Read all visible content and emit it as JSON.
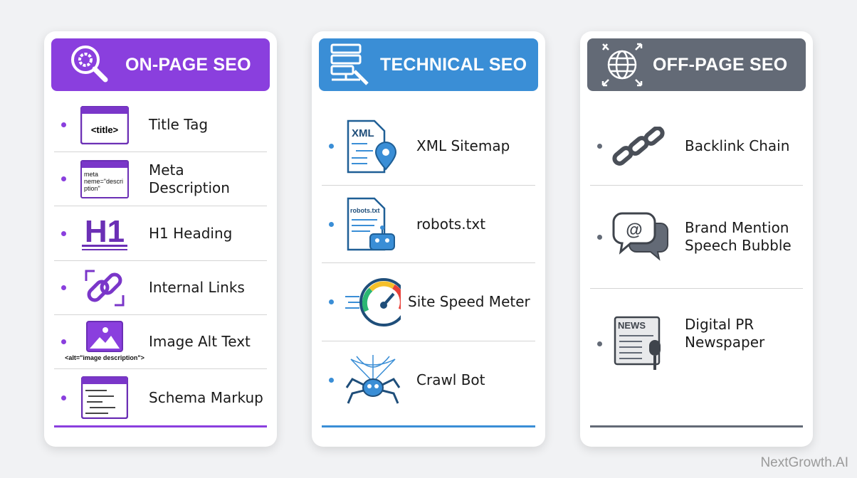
{
  "colors": {
    "on_page": "#8a3fde",
    "technical": "#3a8ed6",
    "off_page": "#636a76",
    "background": "#f1f2f4"
  },
  "columns": [
    {
      "title": "ON-PAGE SEO",
      "header_icon": "magnifier-gear-icon",
      "items": [
        {
          "label": "Title Tag",
          "icon": "title-tag-window-icon",
          "icon_text": "<title>"
        },
        {
          "label": "Meta Description",
          "icon": "meta-description-window-icon",
          "icon_text": "meta neme=\"description\""
        },
        {
          "label": "H1 Heading",
          "icon": "h1-heading-icon",
          "icon_text": "H1"
        },
        {
          "label": "Internal Links",
          "icon": "chain-link-arrows-icon"
        },
        {
          "label": "Image Alt Text",
          "icon": "image-icon",
          "icon_text": "<alt=\"image description\">"
        },
        {
          "label": "Schema Markup",
          "icon": "code-window-icon"
        }
      ]
    },
    {
      "title": "TECHNICAL SEO",
      "header_icon": "server-wrench-icon",
      "items": [
        {
          "label": "XML Sitemap",
          "icon": "xml-file-location-icon",
          "icon_text": "XML"
        },
        {
          "label": "robots.txt",
          "icon": "robot-file-icon",
          "icon_text": "robots.txt"
        },
        {
          "label": "Site Speed Meter",
          "icon": "speedometer-icon"
        },
        {
          "label": "Crawl Bot",
          "icon": "spider-web-icon"
        }
      ]
    },
    {
      "title": "OFF-PAGE SEO",
      "header_icon": "globe-expand-icon",
      "items": [
        {
          "label": "Backlink Chain",
          "icon": "chain-icon"
        },
        {
          "label": "Brand Mention Speech Bubble",
          "label_lines": [
            "Brand Mention",
            "Speech Bubble"
          ],
          "icon": "at-speech-bubble-icon",
          "icon_text": "@"
        },
        {
          "label": "Digital PR Newspaper",
          "label_lines": [
            "Digital PR",
            "Newspaper"
          ],
          "icon": "newspaper-microphone-icon",
          "icon_text": "NEWS"
        }
      ]
    }
  ],
  "brand": "NextGrowth.AI"
}
